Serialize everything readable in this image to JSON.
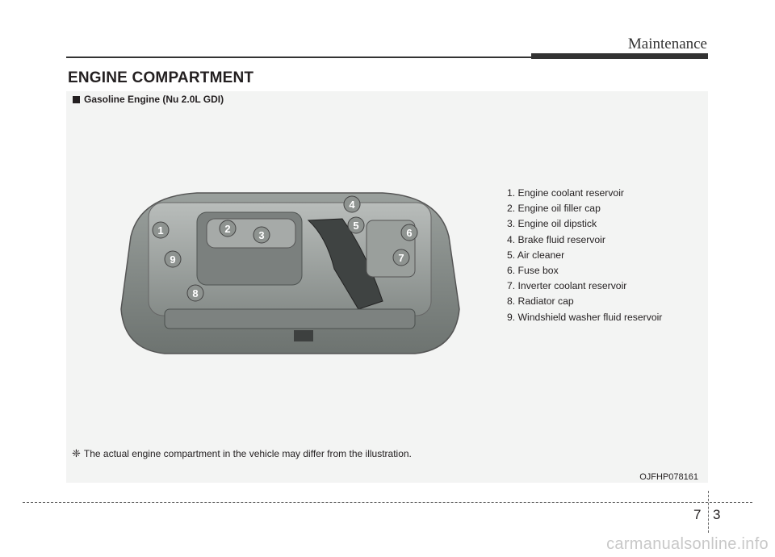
{
  "header": {
    "title": "Maintenance"
  },
  "section": {
    "title": "ENGINE COMPARTMENT"
  },
  "panel": {
    "heading": "Gasoline Engine (Nu 2.0L GDI)",
    "parts": [
      "1. Engine coolant reservoir",
      "2. Engine oil filler cap",
      "3. Engine oil dipstick",
      "4. Brake fluid reservoir",
      "5. Air cleaner",
      "6. Fuse box",
      "7. Inverter coolant reservoir",
      "8. Radiator cap",
      "9. Windshield washer fluid reservoir"
    ],
    "callouts": [
      "1",
      "2",
      "3",
      "4",
      "5",
      "6",
      "7",
      "8",
      "9"
    ],
    "note_symbol": "❈",
    "note": "The actual engine compartment in the vehicle may differ from the illustration.",
    "code": "OJFHP078161"
  },
  "footer": {
    "chapter": "7",
    "page": "3"
  },
  "watermark": "carmanualsonline.info",
  "icons": {
    "bullet": "square-bullet-icon",
    "note": "note-asterisk-icon"
  },
  "colors": {
    "panel_bg": "#f3f4f3",
    "engine_body": "#8a8f8c",
    "text": "#231f20"
  }
}
